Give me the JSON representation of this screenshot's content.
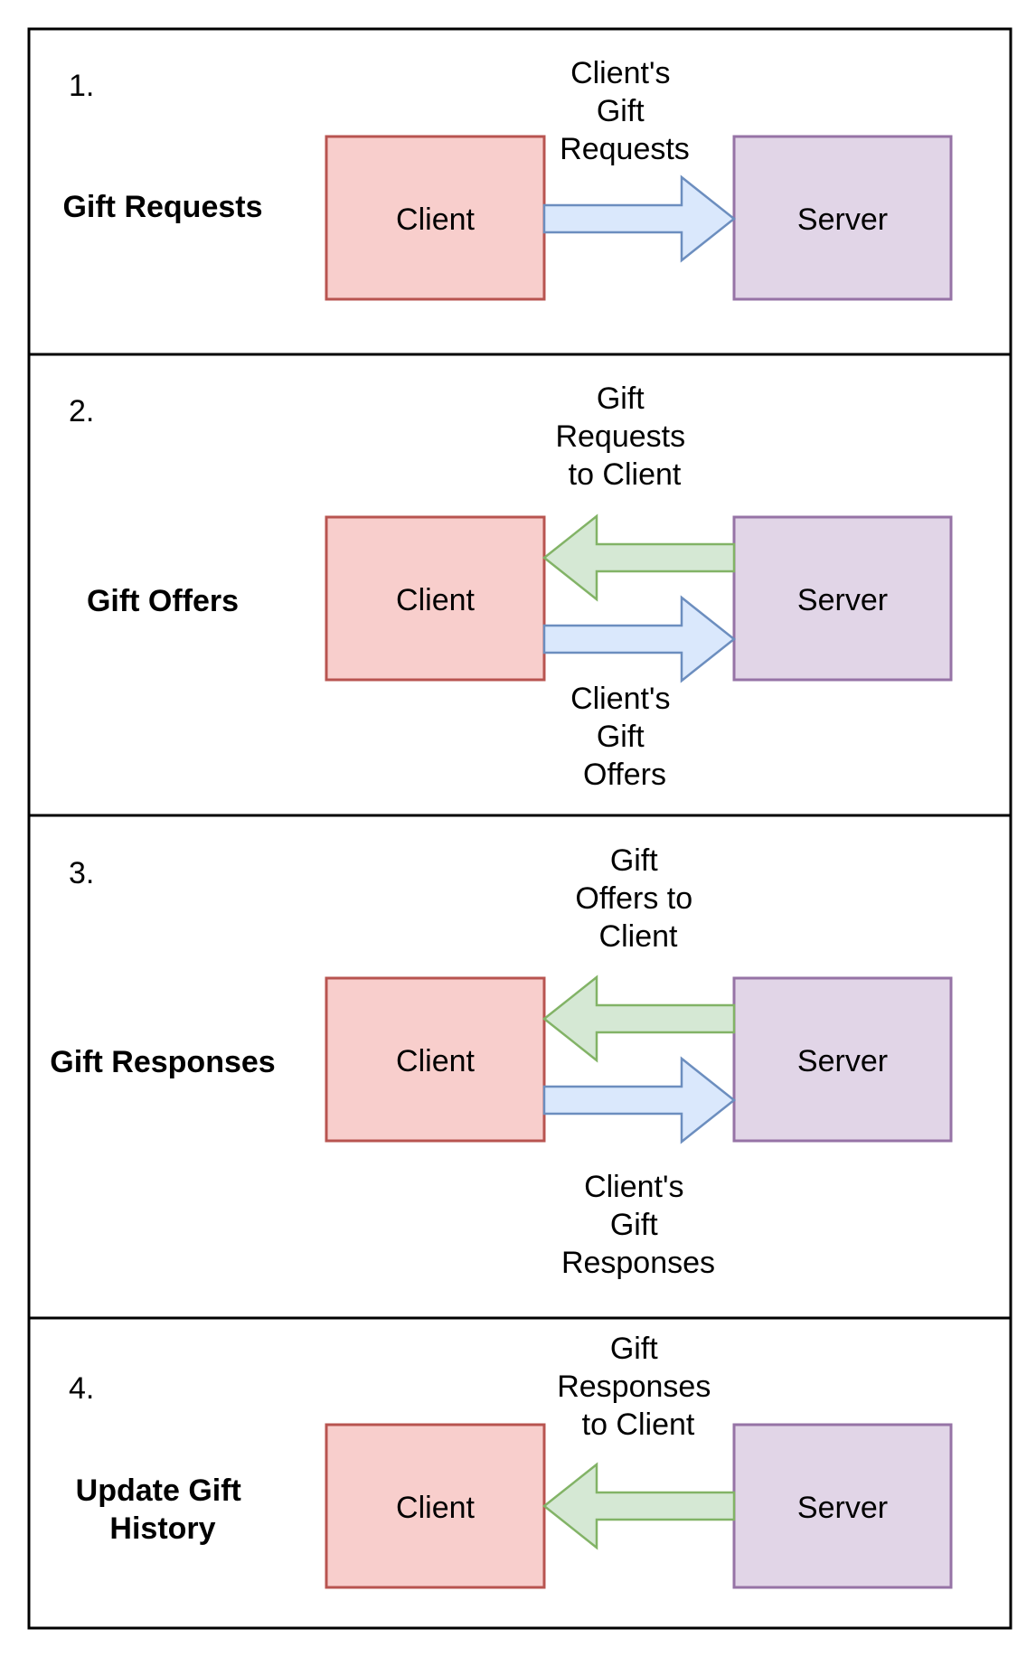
{
  "colors": {
    "client_fill": "#f8cecc",
    "client_stroke": "#b85450",
    "server_fill": "#e1d5e7",
    "server_stroke": "#9673a6",
    "arrow_blue_fill": "#dae8fc",
    "arrow_blue_stroke": "#6c8ebf",
    "arrow_green_fill": "#d5e8d4",
    "arrow_green_stroke": "#82b366",
    "frame_stroke": "#000000"
  },
  "steps": [
    {
      "number": "1.",
      "title": [
        "Gift Requests"
      ],
      "client_label": "Client",
      "server_label": "Server",
      "arrow_right_label": [
        "Client's",
        "Gift",
        "Requests"
      ]
    },
    {
      "number": "2.",
      "title": [
        "Gift Offers"
      ],
      "client_label": "Client",
      "server_label": "Server",
      "arrow_left_label": [
        "Gift",
        "Requests",
        "to Client"
      ],
      "arrow_right_label": [
        "Client's",
        "Gift",
        "Offers"
      ]
    },
    {
      "number": "3.",
      "title": [
        "Gift Responses"
      ],
      "client_label": "Client",
      "server_label": "Server",
      "arrow_left_label": [
        "Gift",
        "Offers to",
        "Client"
      ],
      "arrow_right_label": [
        "Client's",
        "Gift",
        "Responses"
      ]
    },
    {
      "number": "4.",
      "title": [
        "Update Gift",
        "History"
      ],
      "client_label": "Client",
      "server_label": "Server",
      "arrow_left_label": [
        "Gift",
        "Responses",
        "to Client"
      ]
    }
  ]
}
